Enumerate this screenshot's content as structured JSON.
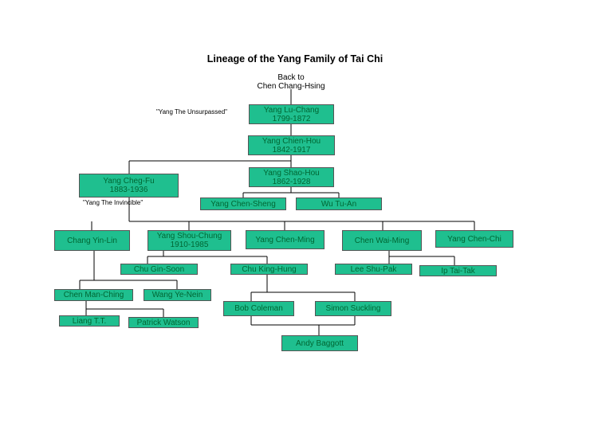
{
  "title": "Lineage of the Yang Family of Tai Chi",
  "back_to": {
    "line1": "Back to",
    "line2": "Chen Chang-Hsing"
  },
  "notes": {
    "unsurpassed": "\"Yang The Unsurpassed\"",
    "invincible": "\"Yang The Invincible\""
  },
  "people": {
    "yang_lu_chang": {
      "name": "Yang Lu-Chang",
      "years": "1799-1872"
    },
    "yang_chien_hou": {
      "name": "Yang Chien-Hou",
      "years": "1842-1917"
    },
    "yang_shao_hou": {
      "name": "Yang Shao-Hou",
      "years": "1862-1928"
    },
    "yang_cheng_fu": {
      "name": "Yang Cheg-Fu",
      "years": "1883-1936"
    },
    "yang_chen_sheng": {
      "name": "Yang Chen-Sheng"
    },
    "wu_tu_an": {
      "name": "Wu Tu-An"
    },
    "chang_yin_lin": {
      "name": "Chang Yin-Lin"
    },
    "yang_shou_chung": {
      "name": "Yang Shou-Chung",
      "years": "1910-1985"
    },
    "yang_chen_ming": {
      "name": "Yang Chen-Ming"
    },
    "chen_wai_ming": {
      "name": "Chen Wai-Ming"
    },
    "yang_chen_chi": {
      "name": "Yang Chen-Chi"
    },
    "chu_gin_soon": {
      "name": "Chu Gin-Soon"
    },
    "chu_king_hung": {
      "name": "Chu King-Hung"
    },
    "lee_shu_pak": {
      "name": "Lee Shu-Pak"
    },
    "ip_tai_tak": {
      "name": "Ip Tai-Tak"
    },
    "chen_man_ching": {
      "name": "Chen Man-Ching"
    },
    "wang_ye_nein": {
      "name": "Wang Ye-Nein"
    },
    "liang_tt": {
      "name": "Liang T.T."
    },
    "patrick_watson": {
      "name": "Patrick Watson"
    },
    "bob_coleman": {
      "name": "Bob Coleman"
    },
    "simon_suckling": {
      "name": "Simon Suckling"
    },
    "andy_baggott": {
      "name": "Andy Baggott"
    }
  },
  "colors": {
    "node_fill": "#1fbf8f",
    "node_text": "#006633",
    "line": "#000000"
  }
}
